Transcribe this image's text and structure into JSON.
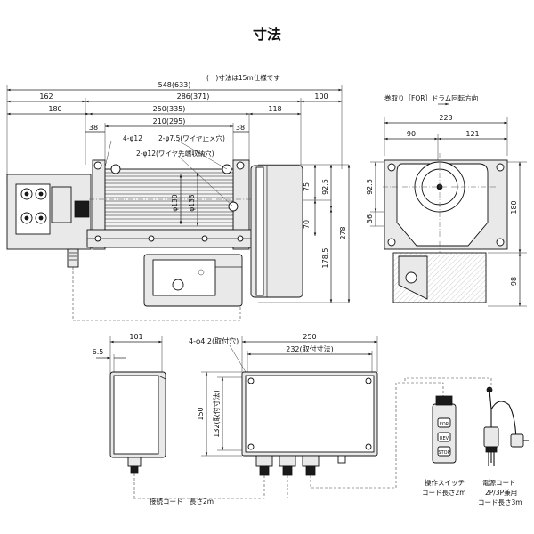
{
  "title": "寸法",
  "note": "(　)寸法は15m仕様です",
  "side_view": {
    "dims": {
      "overall": "548(633)",
      "d162": "162",
      "d286": "286(371)",
      "d100": "100",
      "d180": "180",
      "d250": "250(335)",
      "d118": "118",
      "d210": "210(295)",
      "d38a": "38",
      "d38b": "38",
      "d75": "75",
      "d92_5": "92.5",
      "d70": "70",
      "d178_5": "178.5",
      "d278": "278",
      "phi130": "φ130",
      "phi133": "φ133"
    },
    "labels": {
      "holes4": "4-φ12",
      "holes2_wire": "2-φ7.5(ワイヤ止メ穴)",
      "holes2_tip": "2-φ12(ワイヤ先端収納穴)"
    }
  },
  "end_view": {
    "rotation_label": "巻取り［FOR］ドラム回転方向",
    "dims": {
      "d223": "223",
      "d90": "90",
      "d121": "121",
      "d92_5": "92.5",
      "d36": "36",
      "d180": "180",
      "d98": "98"
    }
  },
  "box_front": {
    "dims": {
      "d101": "101",
      "d6_5": "6.5"
    }
  },
  "box_top": {
    "dims": {
      "holes": "4-φ4.2(取付穴)",
      "d250": "250",
      "d232": "232(取付寸法)",
      "d150": "150",
      "d132": "132(取付寸法)"
    }
  },
  "captions": {
    "connect_cord": "接続コード　長さ2m",
    "switch_cord_1": "操作スイッチ",
    "switch_cord_2": "コード長さ2m",
    "power_cord_1": "電源コード",
    "power_cord_2": "2P/3P兼用",
    "power_cord_3": "コード長さ3m"
  },
  "pendant_buttons": [
    "FOR",
    "REV",
    "STOP"
  ]
}
